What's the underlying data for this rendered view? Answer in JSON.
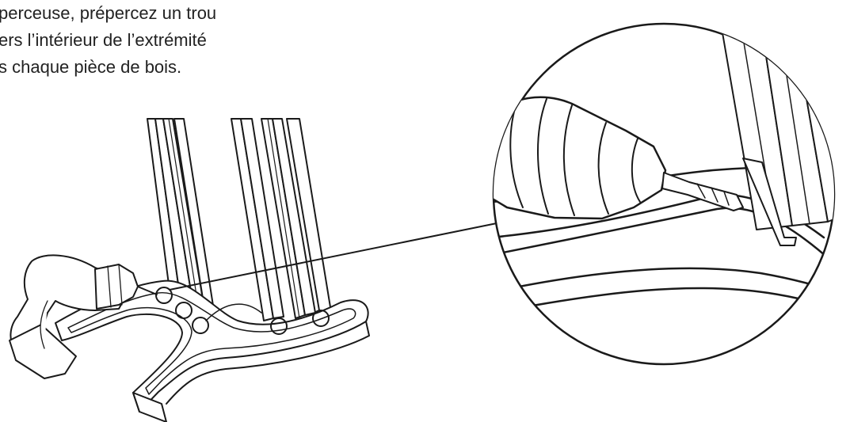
{
  "instruction": {
    "lines": [
      "perceuse, prépercez un trou",
      "ers l’intérieur de l’extrémité",
      "s chaque pièce de bois."
    ]
  },
  "colors": {
    "ink": "#1a1a1a",
    "text": "#222222",
    "background": "#ffffff"
  },
  "icons": [
    "drill-icon",
    "drill-bit-icon",
    "wood-stand-base",
    "wood-plank",
    "pilot-hole-marker",
    "magnifier-callout"
  ]
}
